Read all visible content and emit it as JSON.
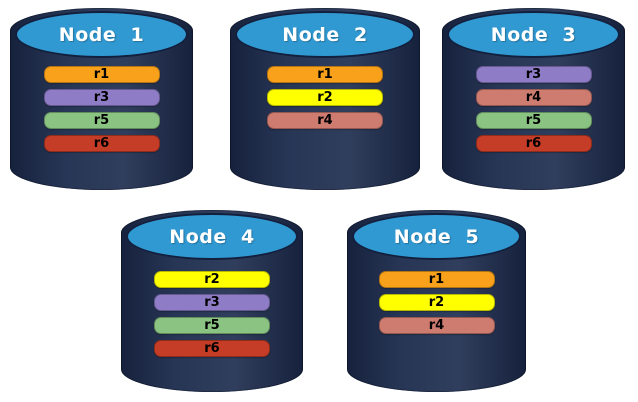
{
  "colors": {
    "canvas_background": "#FFFFFF",
    "cylinder_body": "#1C2B4D",
    "cylinder_cap": "#3199D2",
    "cap_border": "#13203D",
    "title_text": "#FFFFFF",
    "replica_text": "#000000"
  },
  "replica_palette": {
    "r1": "#F9A11B",
    "r2": "#FFFF00",
    "r3": "#8E7CC6",
    "r4": "#CE7B70",
    "r5": "#8AC382",
    "r6": "#C63D27"
  },
  "nodes": [
    {
      "label": "Node  1",
      "replicas": [
        {
          "id": "r1",
          "color": "#F9A11B"
        },
        {
          "id": "r3",
          "color": "#8E7CC6"
        },
        {
          "id": "r5",
          "color": "#8AC382"
        },
        {
          "id": "r6",
          "color": "#C63D27"
        }
      ]
    },
    {
      "label": "Node  2",
      "replicas": [
        {
          "id": "r1",
          "color": "#F9A11B"
        },
        {
          "id": "r2",
          "color": "#FFFF00"
        },
        {
          "id": "r4",
          "color": "#CE7B70"
        }
      ]
    },
    {
      "label": "Node  3",
      "replicas": [
        {
          "id": "r3",
          "color": "#8E7CC6"
        },
        {
          "id": "r4",
          "color": "#CE7B70"
        },
        {
          "id": "r5",
          "color": "#8AC382"
        },
        {
          "id": "r6",
          "color": "#C63D27"
        }
      ]
    },
    {
      "label": "Node  4",
      "replicas": [
        {
          "id": "r2",
          "color": "#FFFF00"
        },
        {
          "id": "r3",
          "color": "#8E7CC6"
        },
        {
          "id": "r5",
          "color": "#8AC382"
        },
        {
          "id": "r6",
          "color": "#C63D27"
        }
      ]
    },
    {
      "label": "Node  5",
      "replicas": [
        {
          "id": "r1",
          "color": "#F9A11B"
        },
        {
          "id": "r2",
          "color": "#FFFF00"
        },
        {
          "id": "r4",
          "color": "#CE7B70"
        }
      ]
    }
  ]
}
